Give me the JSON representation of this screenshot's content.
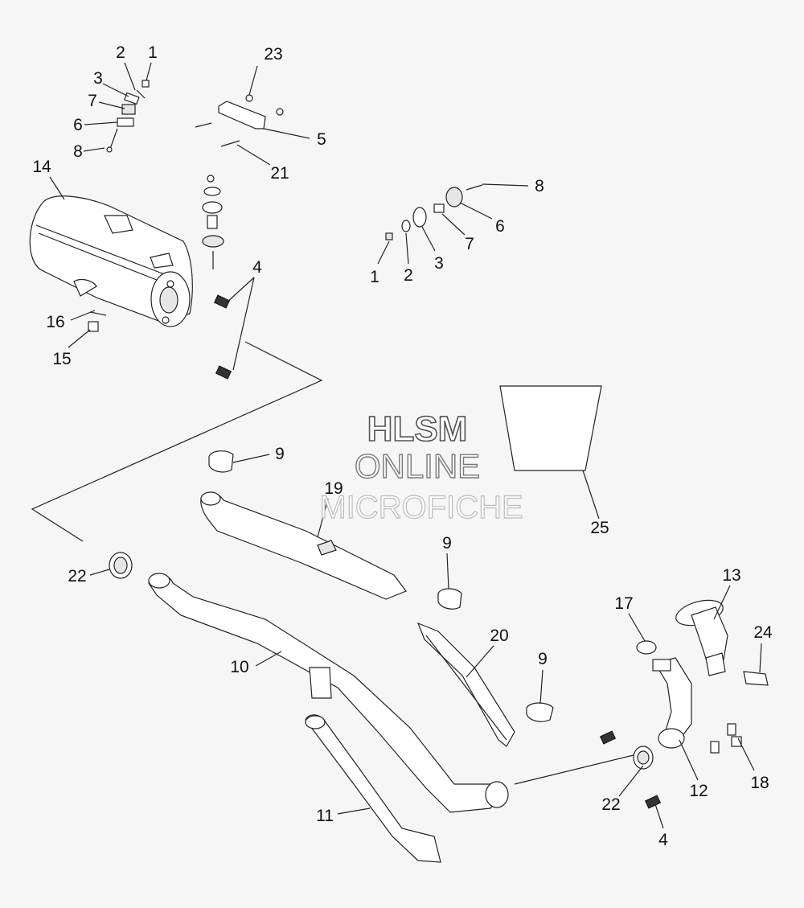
{
  "watermark": {
    "line1": "HLSM",
    "line2": "ONLINE",
    "line3": "MICROFICHE"
  },
  "callouts": {
    "c1a": "1",
    "c2a": "2",
    "c3a": "3",
    "c7a": "7",
    "c6a": "6",
    "c8a": "8",
    "c23": "23",
    "c5": "5",
    "c21": "21",
    "c14": "14",
    "c8b": "8",
    "c6b": "6",
    "c7b": "7",
    "c3b": "3",
    "c2b": "2",
    "c1b": "1",
    "c4a": "4",
    "c16": "16",
    "c15": "15",
    "c9a": "9",
    "c19": "19",
    "c25": "25",
    "c9b": "9",
    "c22a": "22",
    "c13": "13",
    "c17": "17",
    "c24": "24",
    "c20": "20",
    "c10": "10",
    "c9c": "9",
    "c12": "12",
    "c18": "18",
    "c22b": "22",
    "c11": "11",
    "c4b": "4"
  }
}
